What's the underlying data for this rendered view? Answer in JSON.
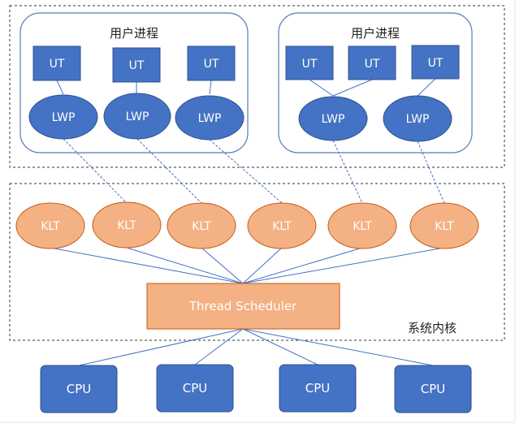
{
  "user_processes": [
    {
      "label": "用户进程",
      "uts": [
        "UT",
        "UT",
        "UT"
      ],
      "lwps": [
        "LWP",
        "LWP",
        "LWP"
      ]
    },
    {
      "label": "用户进程",
      "uts": [
        "UT",
        "UT",
        "UT"
      ],
      "lwps": [
        "LWP",
        "LWP"
      ]
    }
  ],
  "kernel": {
    "label": "系统内核",
    "klts": [
      "KLT",
      "KLT",
      "KLT",
      "KLT",
      "KLT",
      "KLT"
    ],
    "scheduler": "Thread Scheduler"
  },
  "cpus": [
    "CPU",
    "CPU",
    "CPU",
    "CPU"
  ],
  "colors": {
    "blue_fill": "#4472c4",
    "blue_stroke": "#2f528f",
    "orange_fill": "#f4b183",
    "orange_stroke": "#c55a11",
    "line": "#4472c4",
    "box_stroke": "#5b7ab5"
  }
}
